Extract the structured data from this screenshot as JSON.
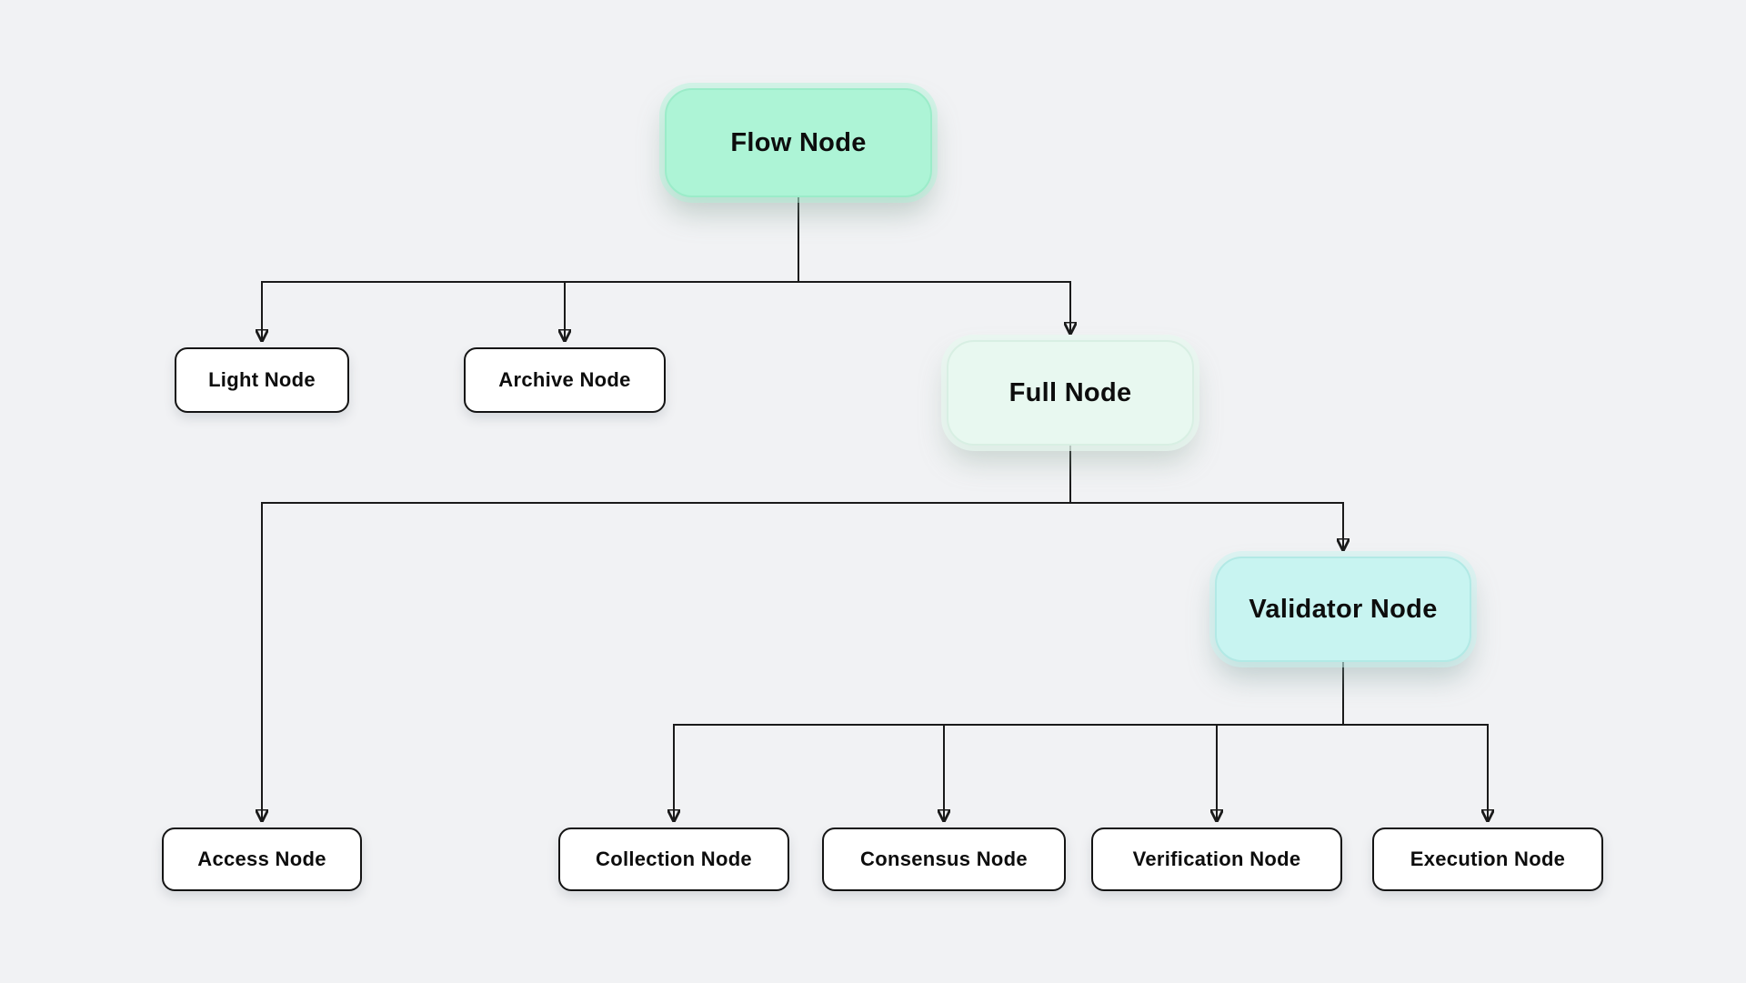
{
  "canvas": {
    "background_color": "#f1f2f4",
    "line_color": "#1a1a1a"
  },
  "diagram": {
    "type": "tree",
    "nodes": [
      {
        "id": "flow",
        "label": "Flow Node",
        "variant": "mint",
        "fill": "#adf4d6"
      },
      {
        "id": "light",
        "label": "Light Node",
        "variant": "white",
        "fill": "#ffffff"
      },
      {
        "id": "archive",
        "label": "Archive Node",
        "variant": "white",
        "fill": "#ffffff"
      },
      {
        "id": "full",
        "label": "Full Node",
        "variant": "pale-mint",
        "fill": "#e8f8f0"
      },
      {
        "id": "access",
        "label": "Access Node",
        "variant": "white",
        "fill": "#ffffff"
      },
      {
        "id": "validator",
        "label": "Validator Node",
        "variant": "cyan",
        "fill": "#c8f4f1"
      },
      {
        "id": "collection",
        "label": "Collection Node",
        "variant": "white",
        "fill": "#ffffff"
      },
      {
        "id": "consensus",
        "label": "Consensus Node",
        "variant": "white",
        "fill": "#ffffff"
      },
      {
        "id": "verification",
        "label": "Verification Node",
        "variant": "white",
        "fill": "#ffffff"
      },
      {
        "id": "execution",
        "label": "Execution Node",
        "variant": "white",
        "fill": "#ffffff"
      }
    ],
    "edges": [
      {
        "from": "Flow Node",
        "to": "Light Node"
      },
      {
        "from": "Flow Node",
        "to": "Archive Node"
      },
      {
        "from": "Flow Node",
        "to": "Full Node"
      },
      {
        "from": "Full Node",
        "to": "Access Node"
      },
      {
        "from": "Full Node",
        "to": "Validator Node"
      },
      {
        "from": "Validator Node",
        "to": "Collection Node"
      },
      {
        "from": "Validator Node",
        "to": "Consensus Node"
      },
      {
        "from": "Validator Node",
        "to": "Verification Node"
      },
      {
        "from": "Validator Node",
        "to": "Execution Node"
      }
    ]
  }
}
